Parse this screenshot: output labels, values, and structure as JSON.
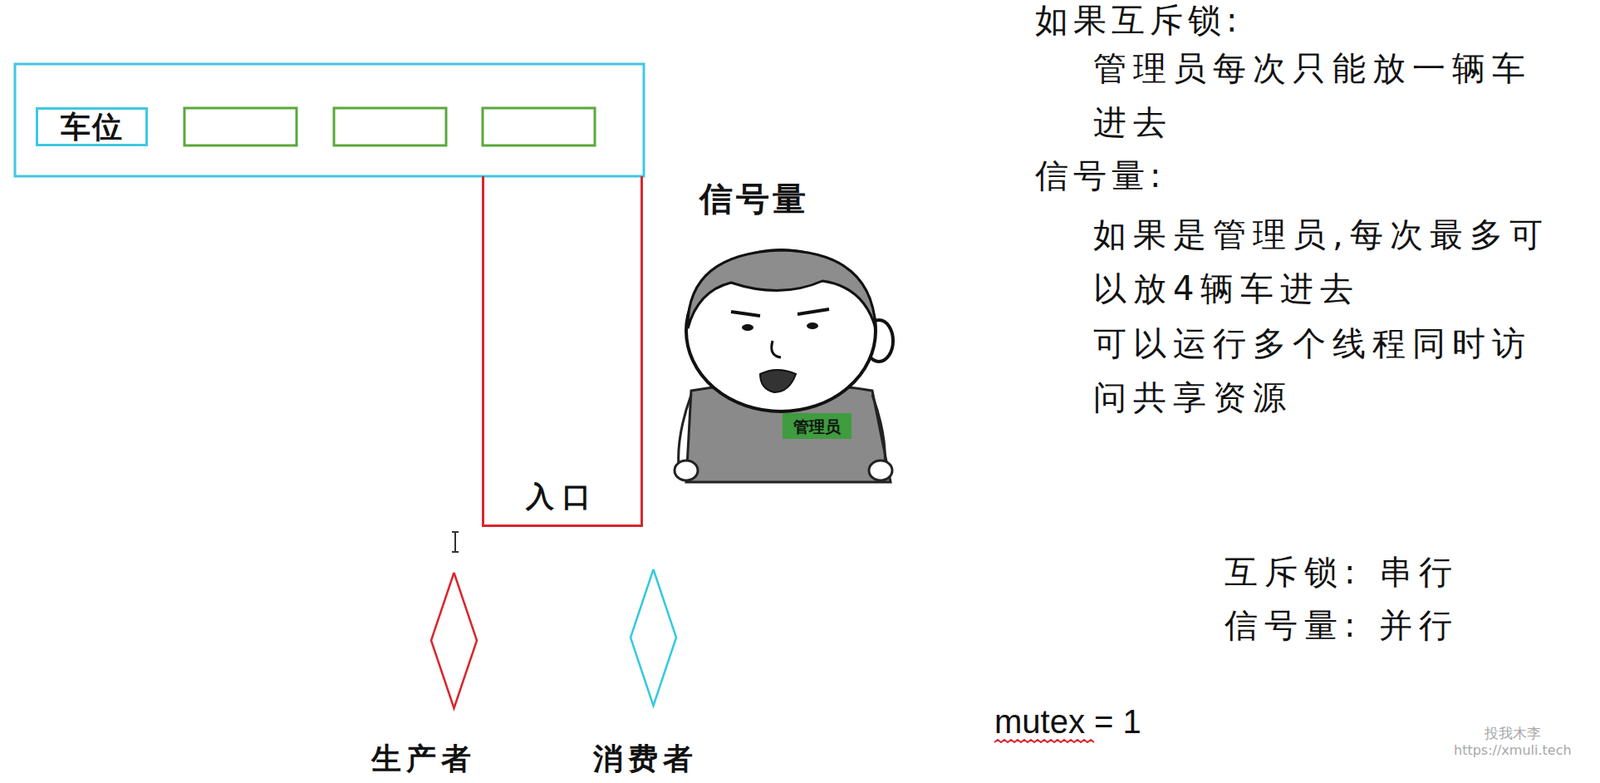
{
  "diagram": {
    "nodes": [
      {
        "text": [
          "车位"
        ]
      },
      {
        "text": [
          "入口"
        ]
      },
      {
        "text": [
          "生产者"
        ]
      },
      {
        "text": [
          "消费者"
        ]
      },
      {
        "text": [
          "管理员"
        ]
      }
    ],
    "labels": [
      "信号量",
      "如果互斥锁:",
      "管理员每次只能放一辆车 进去",
      "信号量:",
      "如果是管理员,每次最多可 以放4辆车进去",
      "可以运行多个线程同时访 问共享资源",
      "互斥锁: 串行",
      "信号量: 并行",
      "mutex = 1",
      "投我木李",
      "https://xmuli.tech"
    ]
  }
}
